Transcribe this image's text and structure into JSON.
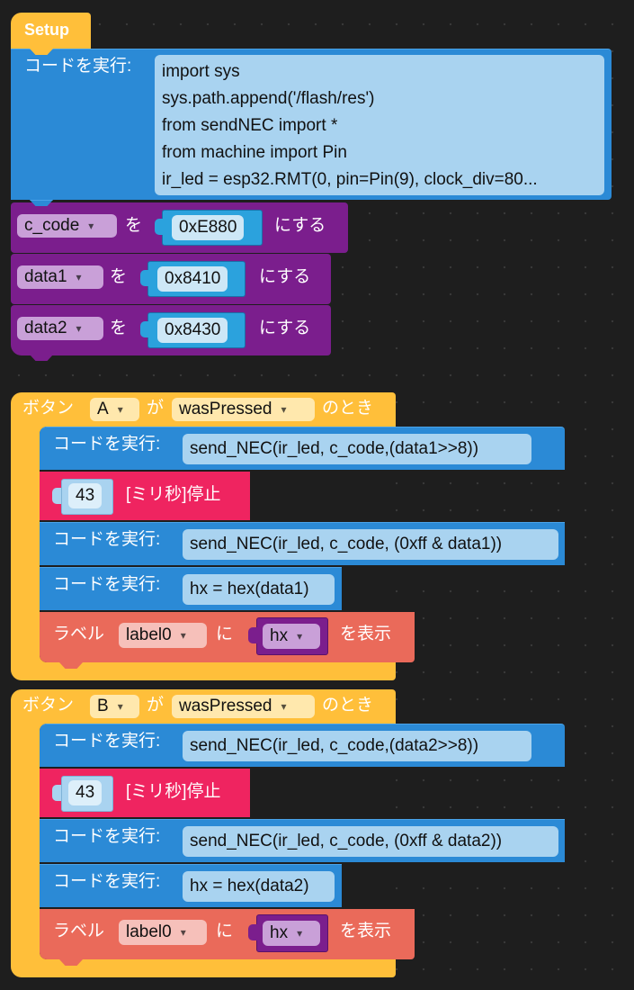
{
  "setup": {
    "hat_label": "Setup",
    "exec_label": "コードを実行:",
    "code_lines": [
      "import sys",
      "sys.path.append('/flash/res')",
      "from sendNEC import *",
      "from machine import Pin",
      "ir_led = esp32.RMT(0, pin=Pin(9), clock_div=80..."
    ],
    "assigns": [
      {
        "var": "c_code",
        "wo": "を",
        "value": "0xE880",
        "suru": "にする"
      },
      {
        "var": "data1",
        "wo": "を",
        "value": "0x8410",
        "suru": "にする"
      },
      {
        "var": "data2",
        "wo": "を",
        "value": "0x8430",
        "suru": "にする"
      }
    ]
  },
  "events": [
    {
      "button_label": "ボタン",
      "button": "A",
      "ga": "が",
      "event": "wasPressed",
      "toki": "のとき",
      "exec_label": "コードを実行:",
      "code1": "send_NEC(ir_led, c_code,(data1>>8))",
      "wait_value": "43",
      "wait_label": "[ミリ秒]停止",
      "code2": "send_NEC(ir_led, c_code, (0xff & data1))",
      "code3": "hx = hex(data1)",
      "label_word": "ラベル",
      "label_name": "label0",
      "ni": "に",
      "var": "hx",
      "show": "を表示"
    },
    {
      "button_label": "ボタン",
      "button": "B",
      "ga": "が",
      "event": "wasPressed",
      "toki": "のとき",
      "exec_label": "コードを実行:",
      "code1": "send_NEC(ir_led, c_code,(data2>>8))",
      "wait_value": "43",
      "wait_label": "[ミリ秒]停止",
      "code2": "send_NEC(ir_led, c_code, (0xff & data2))",
      "code3": "hx = hex(data2)",
      "label_word": "ラベル",
      "label_name": "label0",
      "ni": "に",
      "var": "hx",
      "show": "を表示"
    }
  ],
  "colors": {
    "event": "#ffbf3a",
    "code": "#2b8ad6",
    "variable": "#7b1e8d",
    "wait": "#ef2460",
    "label": "#ea6a5a"
  }
}
